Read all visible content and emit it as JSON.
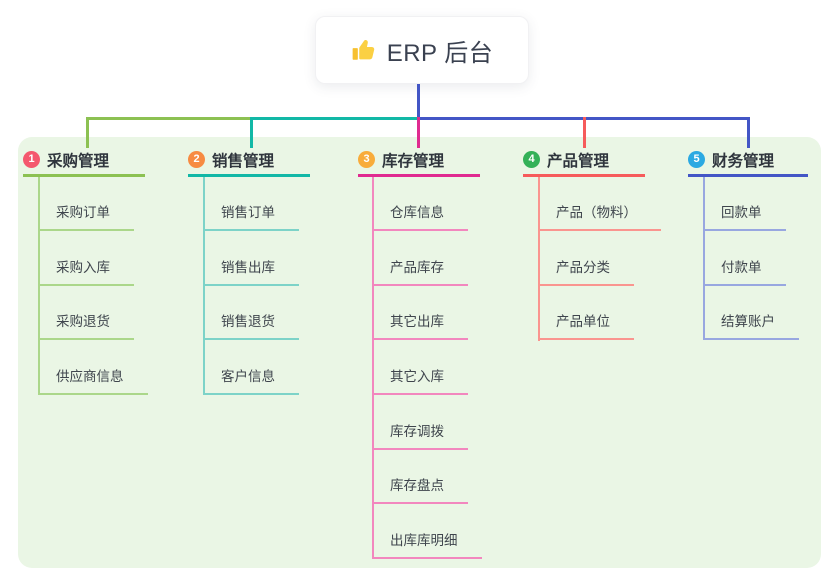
{
  "root": {
    "title": "ERP 后台",
    "icon": "thumbs-up",
    "line_color": "#4356C6",
    "card_bg": "#ffffff"
  },
  "panel_bg": "#EAF6E5",
  "branches": [
    {
      "label": "采购管理",
      "badge": "1",
      "badge_color": "#F4586E",
      "color": "#8CC152",
      "child_color": "#ABD78A",
      "children": [
        "采购订单",
        "采购入库",
        "采购退货",
        "供应商信息"
      ]
    },
    {
      "label": "销售管理",
      "badge": "2",
      "badge_color": "#F78B42",
      "color": "#12B8A6",
      "child_color": "#7DD3C8",
      "children": [
        "销售订单",
        "销售出库",
        "销售退货",
        "客户信息"
      ]
    },
    {
      "label": "库存管理",
      "badge": "3",
      "badge_color": "#F8AC3B",
      "color": "#E02B90",
      "child_color": "#F287BE",
      "children": [
        "仓库信息",
        "产品库存",
        "其它出库",
        "其它入库",
        "库存调拨",
        "库存盘点",
        "出库库明细"
      ]
    },
    {
      "label": "产品管理",
      "badge": "4",
      "badge_color": "#34B158",
      "color": "#F65B5B",
      "child_color": "#FA958F",
      "children": [
        "产品（物料）",
        "产品分类",
        "产品单位"
      ]
    },
    {
      "label": "财务管理",
      "badge": "5",
      "badge_color": "#2BA9E2",
      "color": "#4356C6",
      "child_color": "#98A7E0",
      "children": [
        "回款单",
        "付款单",
        "结算账户"
      ]
    }
  ]
}
